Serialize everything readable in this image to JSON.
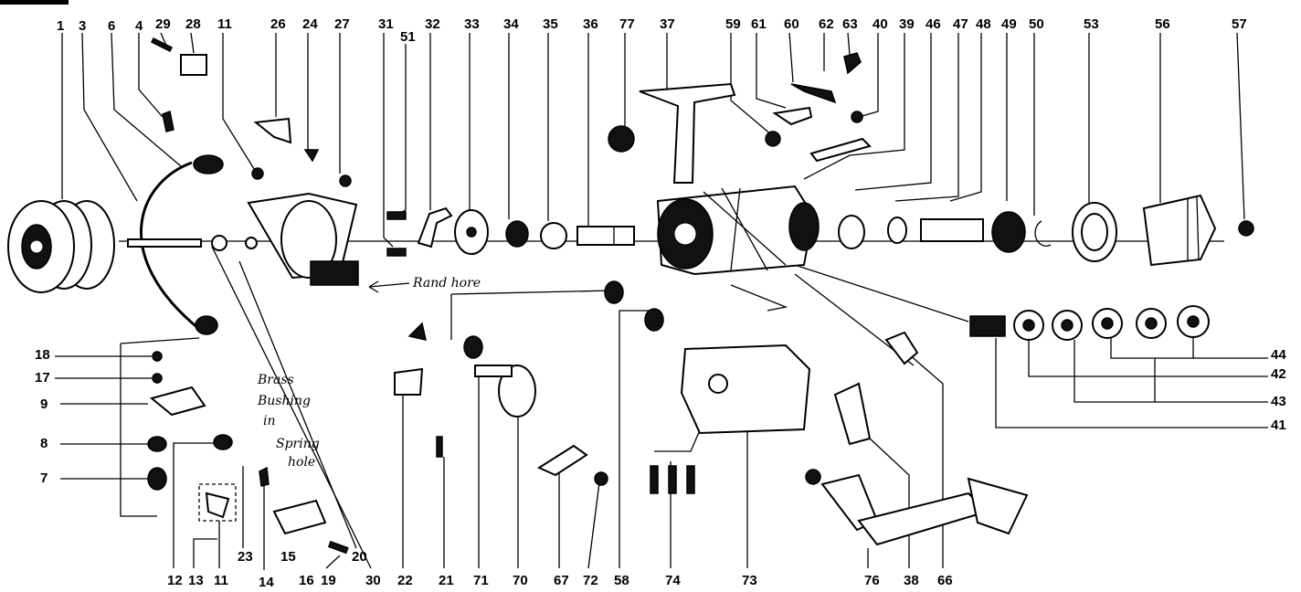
{
  "top_labels": [
    "1",
    "3",
    "6",
    "4",
    "29",
    "28",
    "11",
    "26",
    "24",
    "27",
    "31",
    "51",
    "32",
    "33",
    "34",
    "35",
    "36",
    "77",
    "37",
    "59",
    "61",
    "60",
    "62",
    "63",
    "40",
    "39",
    "46",
    "47",
    "48",
    "49",
    "50",
    "53",
    "56",
    "57"
  ],
  "bottom_labels": [
    "12",
    "13",
    "11",
    "23",
    "14",
    "15",
    "16",
    "19",
    "20",
    "30",
    "22",
    "21",
    "71",
    "70",
    "67",
    "72",
    "58",
    "74",
    "73",
    "76",
    "38",
    "66"
  ],
  "left_labels": [
    "18",
    "17",
    "9",
    "8",
    "7"
  ],
  "right_labels": [
    "44",
    "42",
    "43",
    "41"
  ],
  "handwritten_notes": {
    "bushing_note": [
      "Brass",
      "Bushing",
      "in",
      "Spring",
      "hole"
    ],
    "arrow_note": "Rand hore"
  }
}
